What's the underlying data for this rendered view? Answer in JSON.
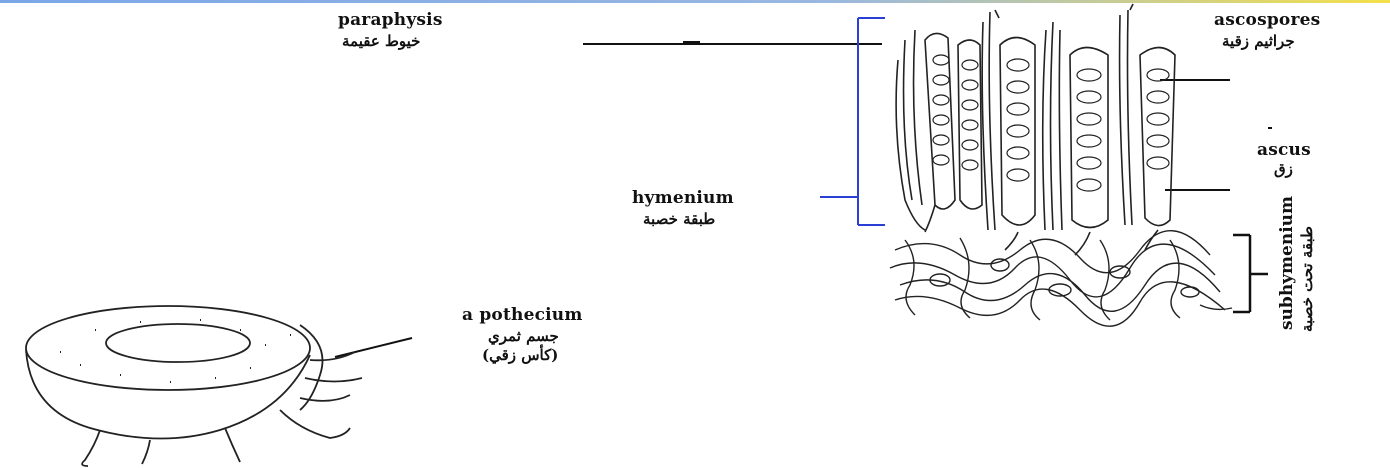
{
  "colors": {
    "topbar_left": "#7aa6e8",
    "topbar_right": "#f4e04a",
    "ink": "#111111",
    "bracket": "#2a3fd6"
  },
  "labels": {
    "paraphysis": "paraphysis",
    "paraphysis_ar": "خيوط عقيمة",
    "hymenium": "hymenium",
    "hymenium_ar": "طبقة خصبة",
    "ascospores": "ascospores",
    "ascospores_ar": "جراثيم زقية",
    "ascus": "ascus",
    "ascus_ar": "زق",
    "subhymenium": "subhymenium",
    "subhymenium_ar": "طبقة تحت خصبة",
    "apothecium": "a pothecium",
    "apothecium_ar_1": "جسم ثمري",
    "apothecium_ar_2": "(كأس زقي)"
  }
}
